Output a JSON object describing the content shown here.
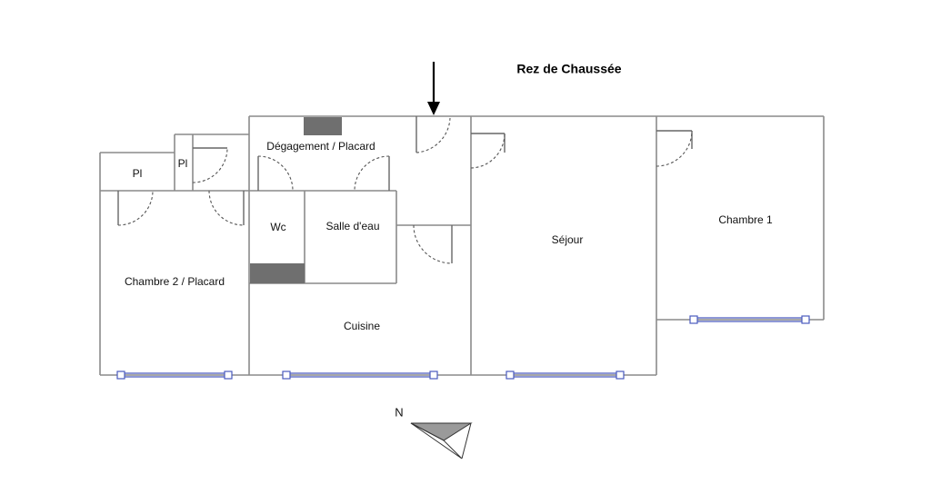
{
  "plan": {
    "title": "Rez de Chaussée",
    "rooms": {
      "pl_left": "Pl",
      "pl_small": "Pl",
      "degagement": "Dégagement / Placard",
      "wc": "Wc",
      "salle_eau": "Salle d'eau",
      "chambre2": "Chambre 2 / Placard",
      "cuisine": "Cuisine",
      "sejour": "Séjour",
      "chambre1": "Chambre 1"
    },
    "compass": {
      "label": "N"
    },
    "colors": {
      "wall": "#8a8a8a",
      "window": "#4a5bbf",
      "cupboard": "#6f6f6f",
      "text": "#111111"
    }
  }
}
